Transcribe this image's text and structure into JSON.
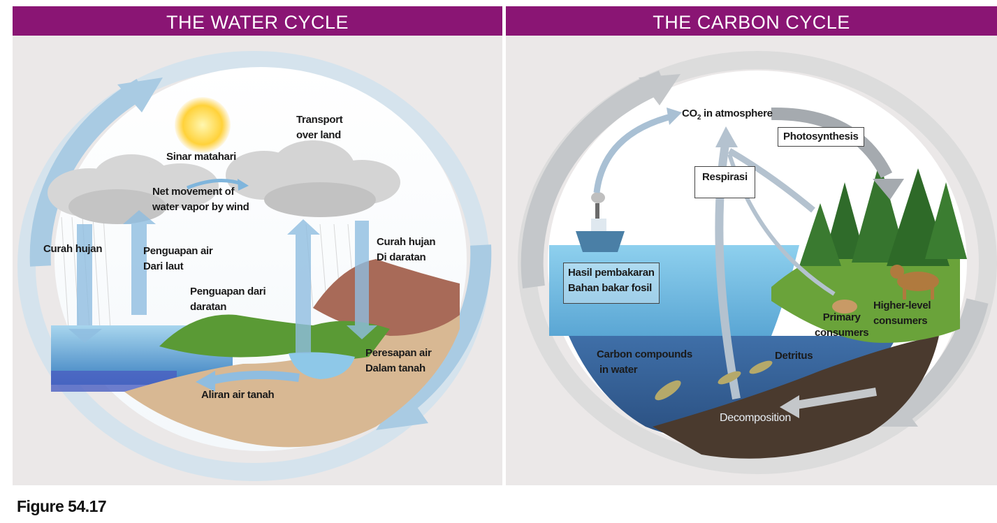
{
  "water_cycle": {
    "title": "THE WATER CYCLE",
    "labels": {
      "sunlight": "Sinar matahari",
      "transport_line1": "Transport",
      "transport_line2": "over land",
      "net_movement_line1": "Net movement of",
      "net_movement_line2": "water vapor by wind",
      "precip_ocean": "Curah hujan",
      "evap_sea_line1": "Penguapan air",
      "evap_sea_line2": "Dari laut",
      "evap_land_line1": "Penguapan dari",
      "evap_land_line2": "daratan",
      "precip_land_line1": "Curah hujan",
      "precip_land_line2": "Di daratan",
      "percolation_line1": "Peresapan air",
      "percolation_line2": "Dalam tanah",
      "groundwater": "Aliran air tanah"
    }
  },
  "carbon_cycle": {
    "title": "THE CARBON CYCLE",
    "labels": {
      "co2_prefix": "CO",
      "co2_sub": "2",
      "co2_suffix": " in atmosphere",
      "photosynthesis": "Photosynthesis",
      "respiration": "Respirasi",
      "fossil_line1": "Hasil pembakaran",
      "fossil_line2": "Bahan bakar fosil",
      "primary_line1": "Primary",
      "primary_line2": "consumers",
      "higher_line1": "Higher-level",
      "higher_line2": "consumers",
      "carbon_water_line1": "Carbon compounds",
      "carbon_water_line2": "in water",
      "detritus": "Detritus",
      "decomposition": "Decomposition"
    }
  },
  "figure_label": "Figure 54.17",
  "colors": {
    "header_bg": "#8a1574",
    "panel_bg": "#ebe8e8",
    "water_arrow": "#a9cbe3",
    "carbon_arrow": "#c4c7ca",
    "water": "#6fb4dc",
    "land_green": "#4e8c2f"
  }
}
